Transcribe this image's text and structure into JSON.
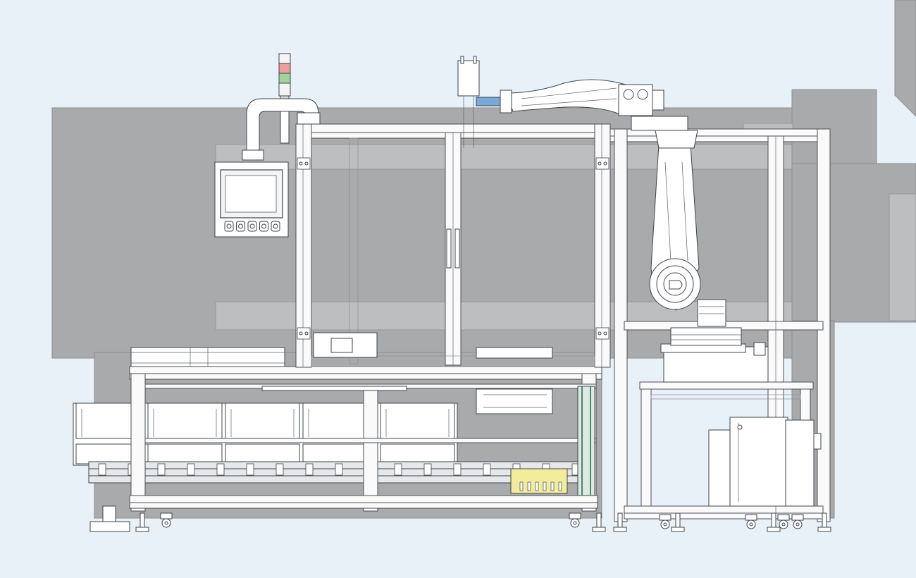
{
  "scene": {
    "kind": "cad-side-elevation",
    "colors": {
      "background": "#e8f0f8",
      "enclosure_grey": "#a9aaac",
      "frame_white": "#fafafa",
      "outline": "#3e444a",
      "gripper_blue": "#7aa8d8",
      "yellow_part": "#f3ec9a",
      "green_rail": "#3c8f6a"
    },
    "hmi_panel": {
      "button_count": 5
    },
    "signal_tower": {
      "lamp_colors": [
        "#e8a0a0",
        "#9fd49f",
        "#f4f4f4"
      ]
    },
    "components": [
      "hmi-panel",
      "signal-tower",
      "robot-arm",
      "robot-base",
      "conveyor",
      "aluminium-frame",
      "control-cabinet",
      "casters"
    ]
  }
}
